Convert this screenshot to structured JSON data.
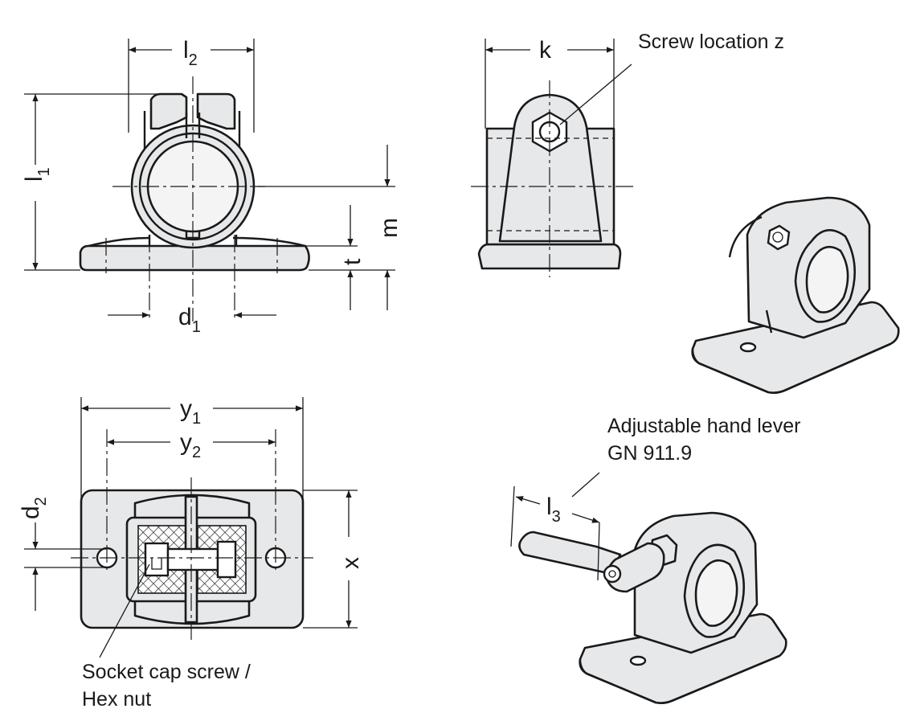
{
  "dimension_labels": {
    "l2": {
      "main": "l",
      "sub": "2"
    },
    "l1": {
      "main": "l",
      "sub": "1"
    },
    "m": "m",
    "t": "t",
    "d1": {
      "main": "d",
      "sub": "1"
    },
    "k": "k",
    "y1": {
      "main": "y",
      "sub": "1"
    },
    "y2": {
      "main": "y",
      "sub": "2"
    },
    "d2": {
      "main": "d",
      "sub": "2"
    },
    "x": "x",
    "l3": {
      "main": "l",
      "sub": "3"
    }
  },
  "callouts": {
    "screw_location": "Screw location z",
    "hand_lever_line1": "Adjustable hand lever",
    "hand_lever_line2": "GN 911.9",
    "socket_screw_line1": "Socket cap screw /",
    "socket_screw_line2": "Hex nut"
  }
}
